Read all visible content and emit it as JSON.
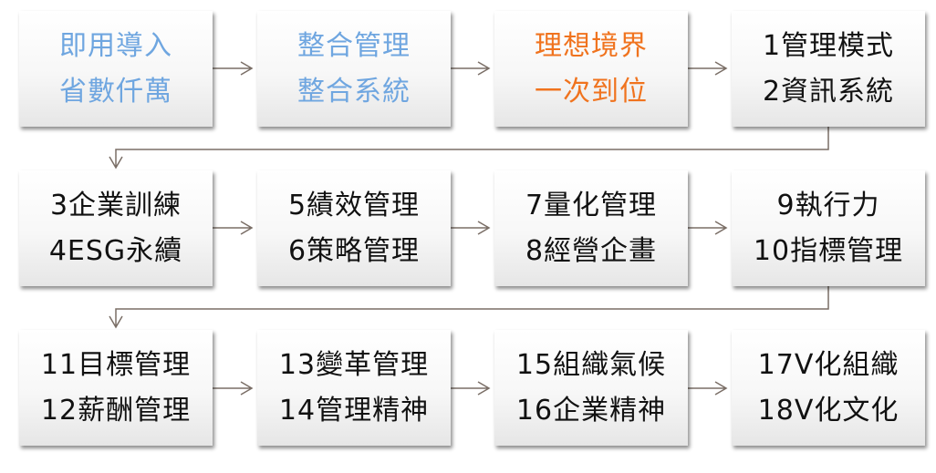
{
  "colors": {
    "connector": "#7a6e66",
    "blue_text": "#6fa6e0",
    "orange_text": "#f0731e",
    "default_text": "#111111"
  },
  "rows": [
    [
      {
        "line1": "即用導入",
        "line2": "省數仟萬",
        "style": "blue"
      },
      {
        "line1": "整合管理",
        "line2": "整合系統",
        "style": "blue"
      },
      {
        "line1": "理想境界",
        "line2": "一次到位",
        "style": "orange"
      },
      {
        "line1": "1管理模式",
        "line2": "2資訊系統",
        "style": "default"
      }
    ],
    [
      {
        "line1": "3企業訓練",
        "line2": "4ESG永續",
        "style": "default"
      },
      {
        "line1": "5績效管理",
        "line2": "6策略管理",
        "style": "default"
      },
      {
        "line1": "7量化管理",
        "line2": "8經營企畫",
        "style": "default"
      },
      {
        "line1": "9執行力",
        "line2": "10指標管理",
        "style": "default"
      }
    ],
    [
      {
        "line1": "11目標管理",
        "line2": "12薪酬管理",
        "style": "default"
      },
      {
        "line1": "13變革管理",
        "line2": "14管理精神",
        "style": "default"
      },
      {
        "line1": "15組織氣候",
        "line2": "16企業精神",
        "style": "default"
      },
      {
        "line1": "17V化組織",
        "line2": "18V化文化",
        "style": "default"
      }
    ]
  ]
}
